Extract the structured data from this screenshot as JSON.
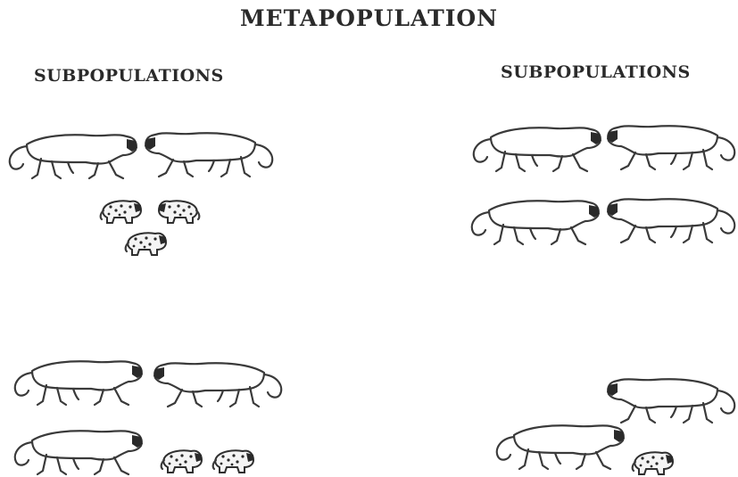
{
  "title": "METAPOPULATION",
  "subpopulations_label_left": "SUBPOPULATIONS",
  "subpopulations_label_right": "SUBPOPULATIONS",
  "subpopulations": [
    {
      "position": "top-left",
      "adults": 2,
      "cubs": 3
    },
    {
      "position": "top-right",
      "adults": 4,
      "cubs": 0
    },
    {
      "position": "bottom-left",
      "adults": 3,
      "cubs": 2
    },
    {
      "position": "bottom-right",
      "adults": 2,
      "cubs": 1
    }
  ]
}
